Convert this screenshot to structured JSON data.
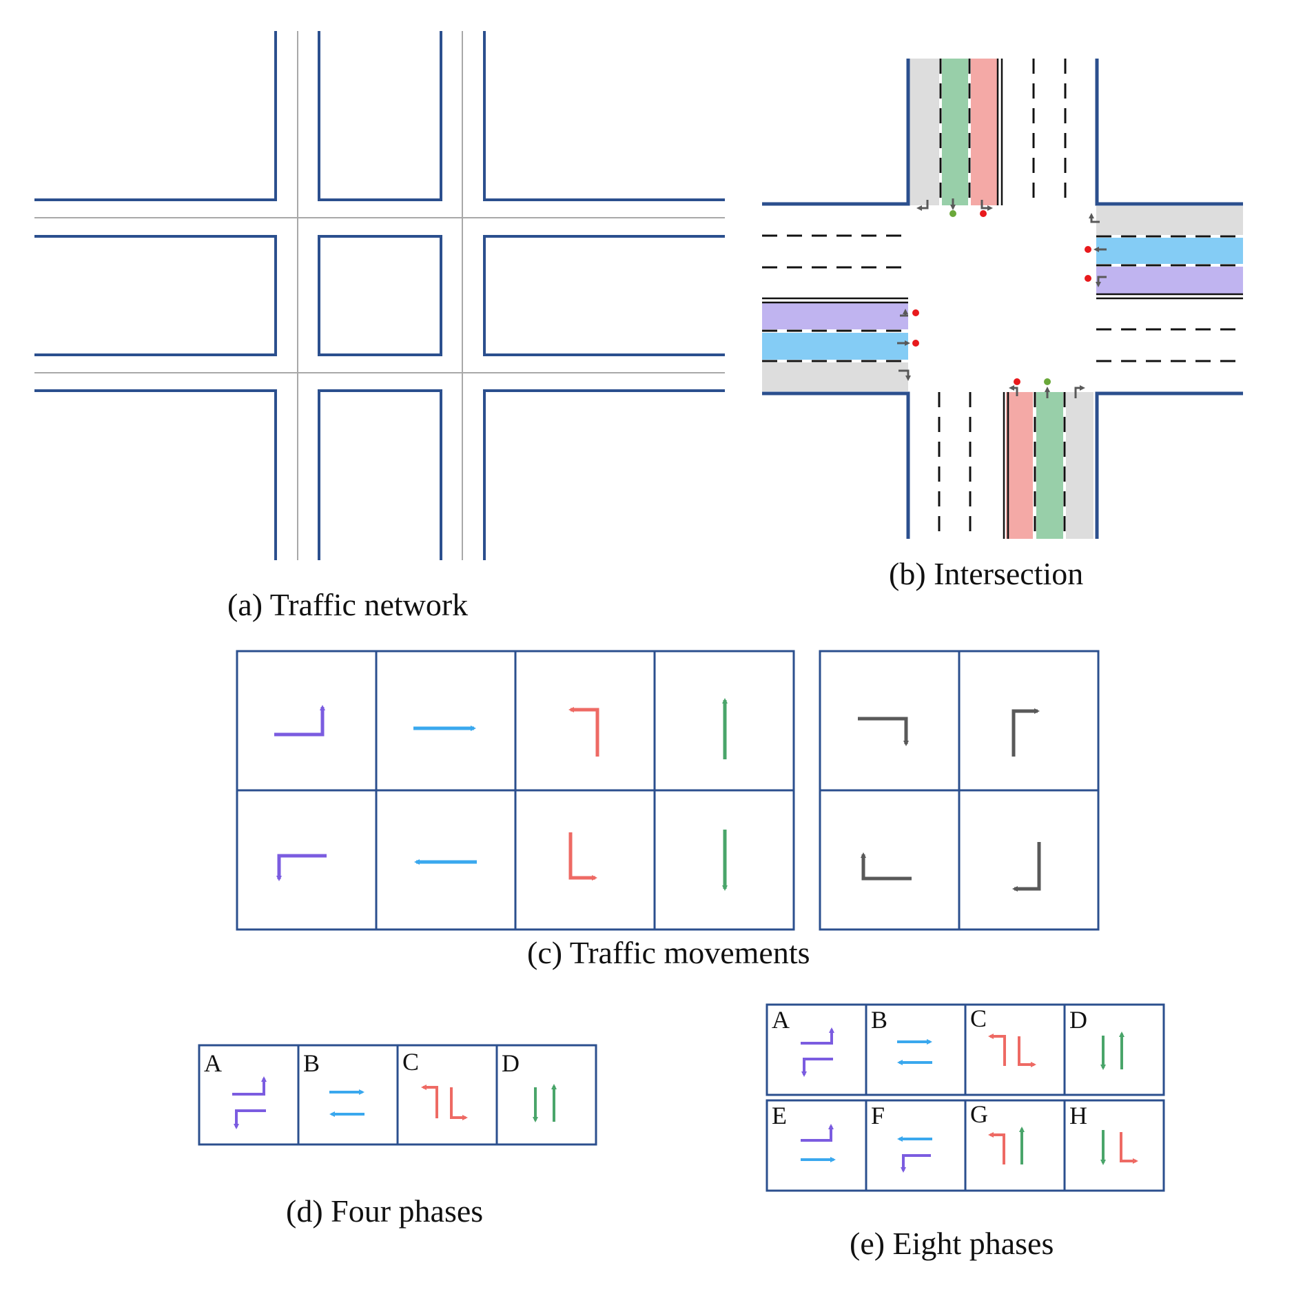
{
  "captions": {
    "network": "(a) Traffic network",
    "intersection": "(b) Intersection",
    "movements": "(c) Traffic movements",
    "four_phases": "(d) Four phases",
    "eight_phases": "(e) Eight phases"
  },
  "four_phase_labels": [
    "A",
    "B",
    "C",
    "D"
  ],
  "eight_phase_labels": [
    "A",
    "B",
    "C",
    "D",
    "E",
    "F",
    "G",
    "H"
  ],
  "colors": {
    "road_border": "#2b4f8e",
    "left_turn_ew": "#7b5ce0",
    "through_ew": "#3aa8ee",
    "left_turn_ns": "#ee6a64",
    "through_ns": "#4aa56a",
    "right_turn": "#595959",
    "lane_purple": "#c0b4f0",
    "lane_blue": "#84ccf5",
    "lane_red": "#f4a9a6",
    "lane_green": "#98cfa9",
    "lane_gray": "#dddddd",
    "signal_red": "#e8191c",
    "signal_green": "#6aa83a"
  }
}
